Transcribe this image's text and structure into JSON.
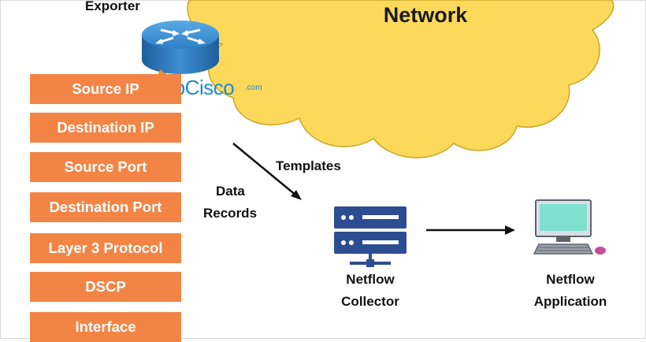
{
  "cloud": {
    "title": "Network",
    "color": "#fcd95a"
  },
  "exporter": {
    "label": "Exporter",
    "icon": "router-icon"
  },
  "watermark": {
    "text": "IpCisco",
    "suffix": ".com"
  },
  "flow_fields": [
    "Source IP",
    "Destination IP",
    "Source Port",
    "Destination Port",
    "Layer 3 Protocol",
    "DSCP",
    "Interface"
  ],
  "field_color": "#f28545",
  "arrows": {
    "templates_label": "Templates",
    "data_records_label_line1": "Data",
    "data_records_label_line2": "Records"
  },
  "collector": {
    "line1": "Netflow",
    "line2": "Collector",
    "icon": "server-icon",
    "color": "#2d4d92"
  },
  "application": {
    "line1": "Netflow",
    "line2": "Application",
    "icon": "computer-icon"
  }
}
